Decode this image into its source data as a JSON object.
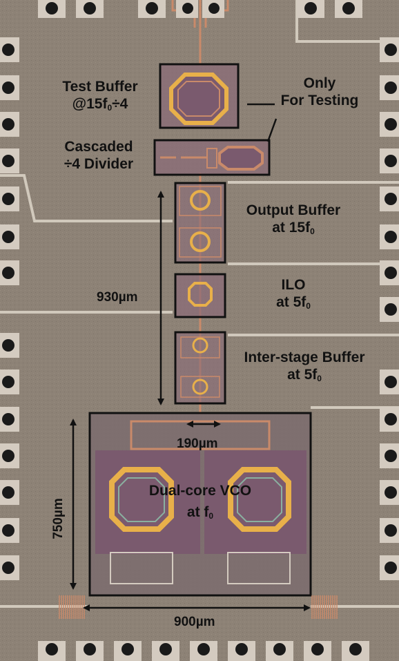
{
  "labels": {
    "test_buffer_line1": "Test Buffer",
    "test_buffer_line2_a": "@15f",
    "test_buffer_line2_sub": "0",
    "test_buffer_line2_b": "÷4",
    "only_line1": "Only",
    "only_line2": "For Testing",
    "cascaded_line1": "Cascaded",
    "cascaded_line2": "÷4 Divider",
    "output_buffer_line1": "Output Buffer",
    "output_buffer_line2_a": "at 15f",
    "output_buffer_line2_sub": "0",
    "ilo_line1": "ILO",
    "ilo_line2_a": "at 5f",
    "ilo_line2_sub": "0",
    "interstage_line1": "Inter-stage Buffer",
    "interstage_line2_a": "at 5f",
    "interstage_line2_sub": "0",
    "vco_line1": "Dual-core VCO",
    "vco_line2_a": "at f",
    "vco_line2_sub": "0"
  },
  "dimensions": {
    "height_930": "930µm",
    "width_190": "190µm",
    "height_750": "750µm",
    "width_900": "900µm"
  },
  "colors": {
    "substrate": "#8a7f72",
    "metal_bus": "#d8d0c4",
    "pad": "#d4cbc0",
    "pad_bond": "#1a1a1a",
    "inductor_gold": "#e8b04a",
    "inductor_copper": "#c98a6a",
    "box_border": "#111111",
    "vco_fill": "#7a5a6e"
  }
}
